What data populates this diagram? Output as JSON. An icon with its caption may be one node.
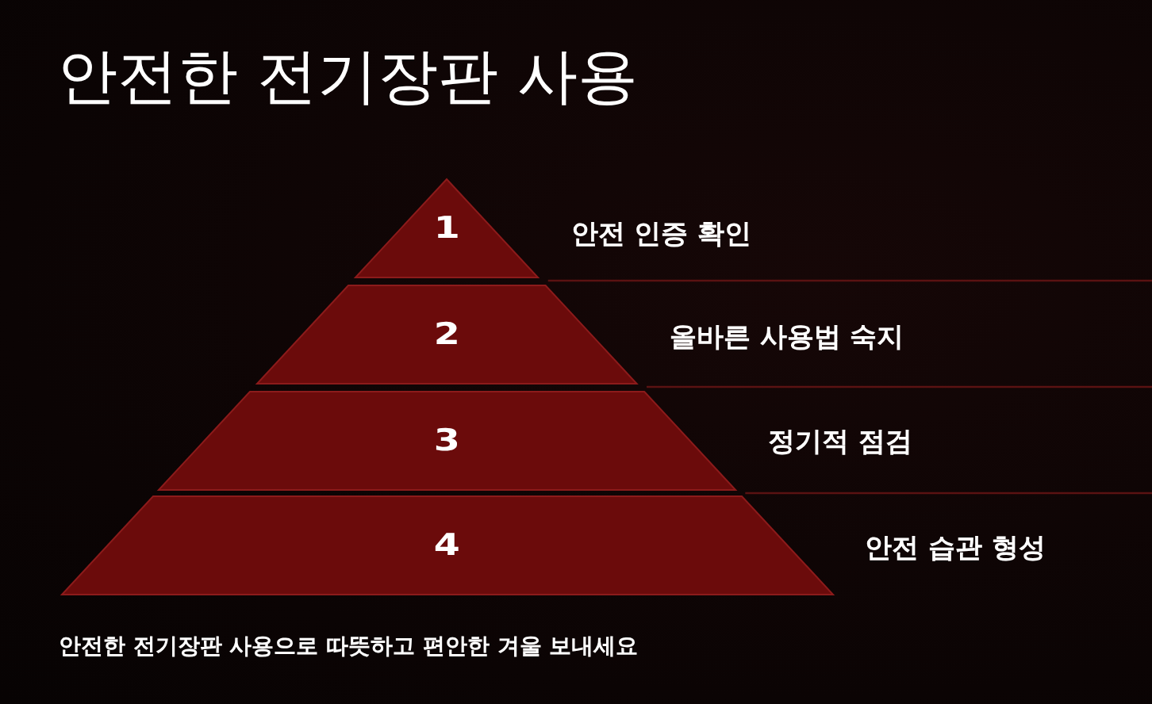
{
  "diagram": {
    "title": "안전한 전기장판 사용",
    "caption": "안전한 전기장판 사용으로 따뜻하고 편안한 겨울 보내세요",
    "nodes": [
      {
        "text": [
          "1"
        ]
      },
      {
        "text": [
          "2"
        ]
      },
      {
        "text": [
          "3"
        ]
      },
      {
        "text": [
          "4"
        ]
      }
    ],
    "labels": [
      "안전 인증 확인",
      "올바른 사용법 숙지",
      "정기적 점검",
      "안전 습관 형성"
    ]
  }
}
